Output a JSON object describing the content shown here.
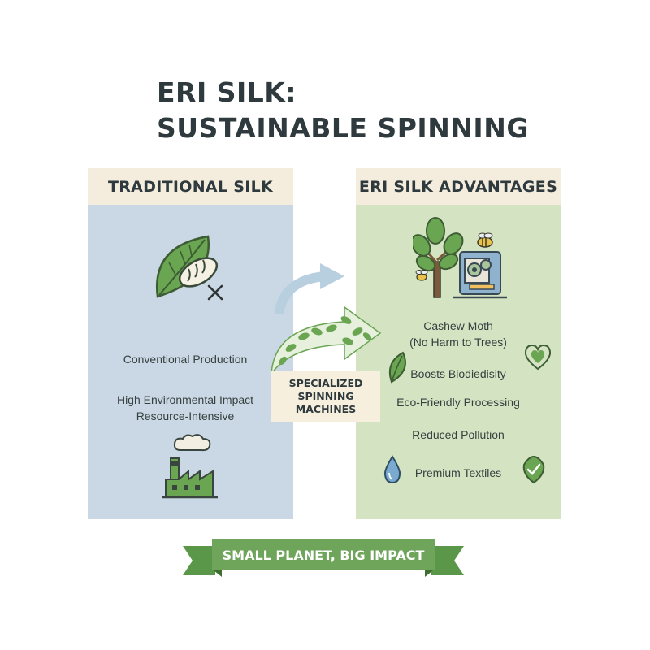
{
  "title": {
    "line1": "ERI SILK:",
    "line2": "SUSTAINABLE SPINNING"
  },
  "left_panel": {
    "header": "TRADITIONAL SILK",
    "items": [
      "Conventional Production",
      "High Environmental Impact",
      "Resource-Intensive"
    ],
    "icons": [
      "leaf-cocoon-icon",
      "cross-icon",
      "factory-icon"
    ]
  },
  "middle": {
    "label_lines": [
      "SPECIALIZED",
      "SPINNING",
      "MACHINES"
    ]
  },
  "right_panel": {
    "header": "ERI SILK ADVANTAGES",
    "items": [
      "Cashew Moth",
      "(No Harm to Trees)",
      "Boosts Biodiedisity",
      "Eco-Friendly Processing",
      "Reduced Pollution",
      "Premium Textiles"
    ],
    "icons": [
      "tree-machine-icon",
      "bee-icon",
      "leaf-icon",
      "heart-icon",
      "water-drop-icon",
      "check-leaf-icon"
    ]
  },
  "banner": {
    "text": "SMALL PLANET, BIG IMPACT"
  },
  "colors": {
    "left_panel": "#c9d8e4",
    "right_panel": "#d4e4c3",
    "header_bg": "#f4ecdd",
    "leaf_green": "#5f9a4a",
    "banner_green": "#6ea55a",
    "banner_dark": "#4e8a3e",
    "arrow_blue": "#b8cfe0",
    "drop_blue": "#7aaad0"
  }
}
